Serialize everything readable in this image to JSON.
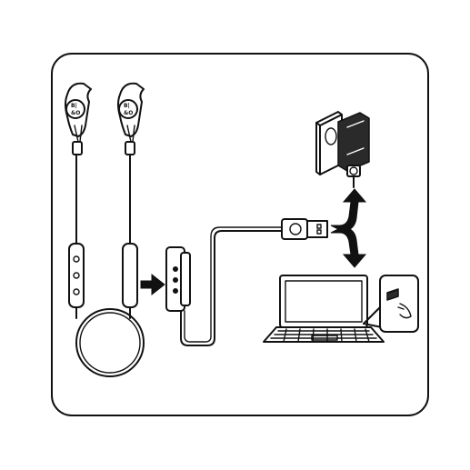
{
  "brand": {
    "logo_line1": "B|",
    "logo_line2": "&O"
  },
  "icons": {
    "frame": "rounded-frame",
    "earphones": "earphones-icon",
    "remote": "remote-control-icon",
    "usb_cable": "usb-cable-icon",
    "wall_charger": "wall-charger-icon",
    "laptop": "laptop-icon",
    "arrow_connect": "arrow-right-icon",
    "arrow_split": "split-arrow-icon",
    "usb_port_zoom": "usb-port-zoom-icon"
  },
  "colors": {
    "line": "#111111",
    "background": "#ffffff",
    "dark_fill": "#2a2a2a"
  }
}
